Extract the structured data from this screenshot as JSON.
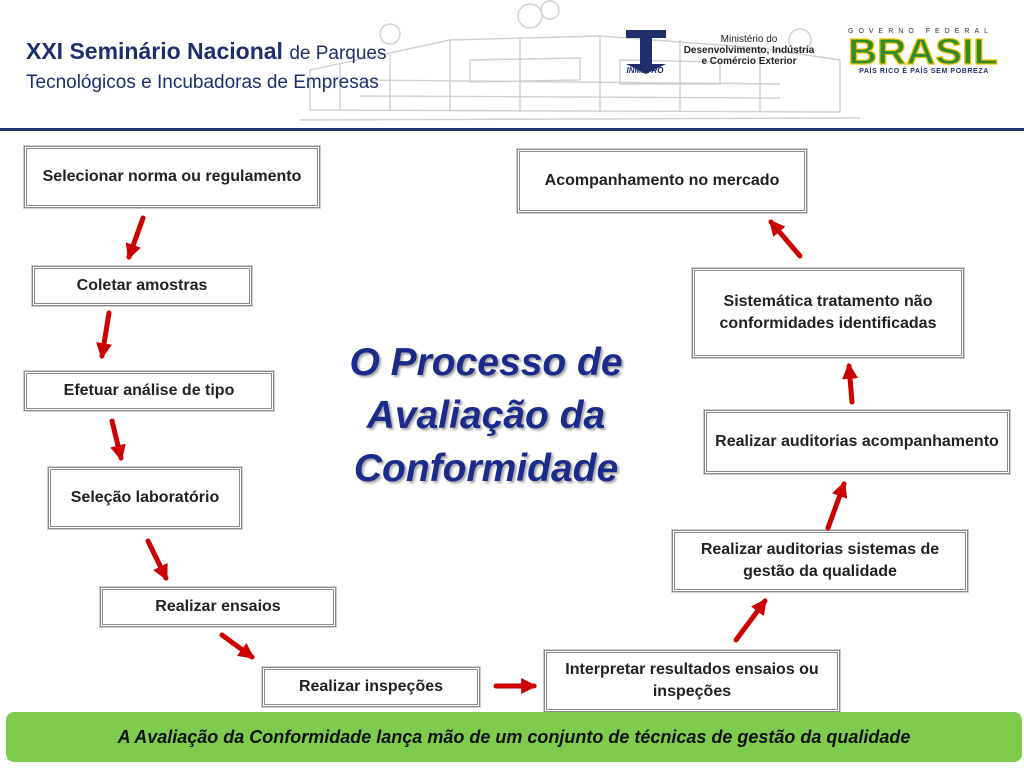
{
  "header": {
    "title_bold": "XXI Seminário Nacional",
    "title_rest": "de Parques",
    "subtitle": "Tecnológicos e Incubadoras de Empresas",
    "inmetro_label": "INMETRO",
    "ministry": {
      "line1": "Ministério do",
      "line2": "Desenvolvimento, Indústria",
      "line3": "e Comércio Exterior"
    },
    "government": {
      "top": "GOVERNO FEDERAL",
      "logo": "BRASIL",
      "slogan": "PAÍS RICO É PAÍS SEM POBREZA"
    }
  },
  "colors": {
    "title_blue": "#1e2f6b",
    "center_title": "#1c2a8c",
    "arrow_red": "#cc0000",
    "footer_green": "#7fcb4e",
    "brasil_green": "#2e8b2e",
    "brasil_yellow": "#f2c200"
  },
  "diagram": {
    "title": "O Processo de Avaliação da Conformidade",
    "steps": {
      "s1": "Selecionar norma ou regulamento",
      "s2": "Coletar amostras",
      "s3": "Efetuar análise de tipo",
      "s4": "Seleção laboratório",
      "s5": "Realizar ensaios",
      "s6": "Realizar inspeções",
      "s7": "Interpretar resultados ensaios ou inspeções",
      "s8": "Realizar auditorias sistemas de gestão da qualidade",
      "s9": "Realizar auditorias acompanhamento",
      "s10": "Sistemática tratamento não conformidades identificadas",
      "s11": "Acompanhamento no mercado"
    }
  },
  "footer": {
    "text": "A Avaliação da Conformidade lança mão de um conjunto de técnicas de gestão da qualidade"
  }
}
